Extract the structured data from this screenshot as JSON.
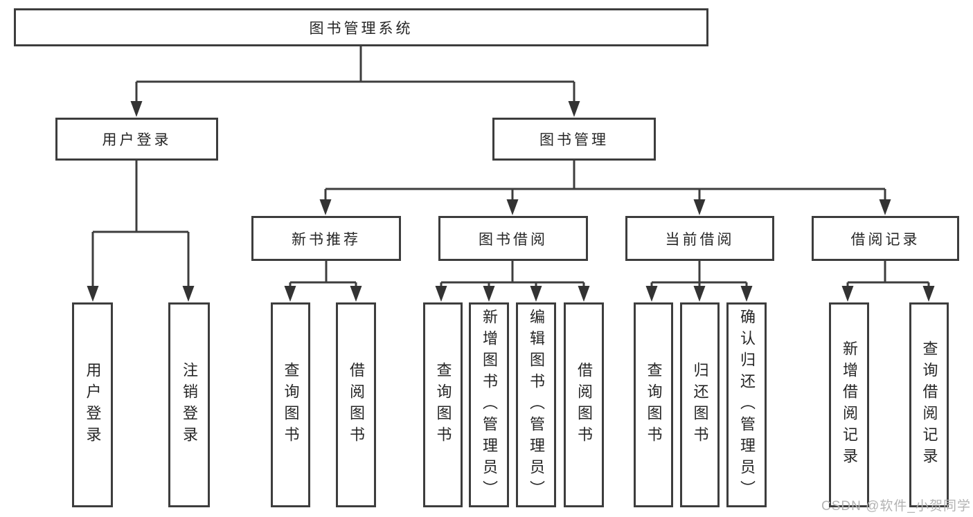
{
  "tree": {
    "root": {
      "label": "图书管理系统",
      "children": [
        {
          "label": "用户登录",
          "children": [
            {
              "label": "用户登录"
            },
            {
              "label": "注销登录"
            }
          ]
        },
        {
          "label": "图书管理",
          "children": [
            {
              "label": "新书推荐",
              "children": [
                {
                  "label": "查询图书"
                },
                {
                  "label": "借阅图书"
                }
              ]
            },
            {
              "label": "图书借阅",
              "children": [
                {
                  "label": "查询图书"
                },
                {
                  "label": "新增图书（管理员）"
                },
                {
                  "label": "编辑图书（管理员）"
                },
                {
                  "label": "借阅图书"
                }
              ]
            },
            {
              "label": "当前借阅",
              "children": [
                {
                  "label": "查询图书"
                },
                {
                  "label": "归还图书"
                },
                {
                  "label": "确认归还（管理员）"
                }
              ]
            },
            {
              "label": "借阅记录",
              "children": [
                {
                  "label": "新增借阅记录"
                },
                {
                  "label": "查询借阅记录"
                }
              ]
            }
          ]
        }
      ]
    }
  },
  "watermark": {
    "text": "CSDN @软件_小贺同学"
  },
  "colors": {
    "line": "#3d3d3d",
    "text": "#262626",
    "background": "#ffffff",
    "watermark": "#b3b3b3"
  }
}
